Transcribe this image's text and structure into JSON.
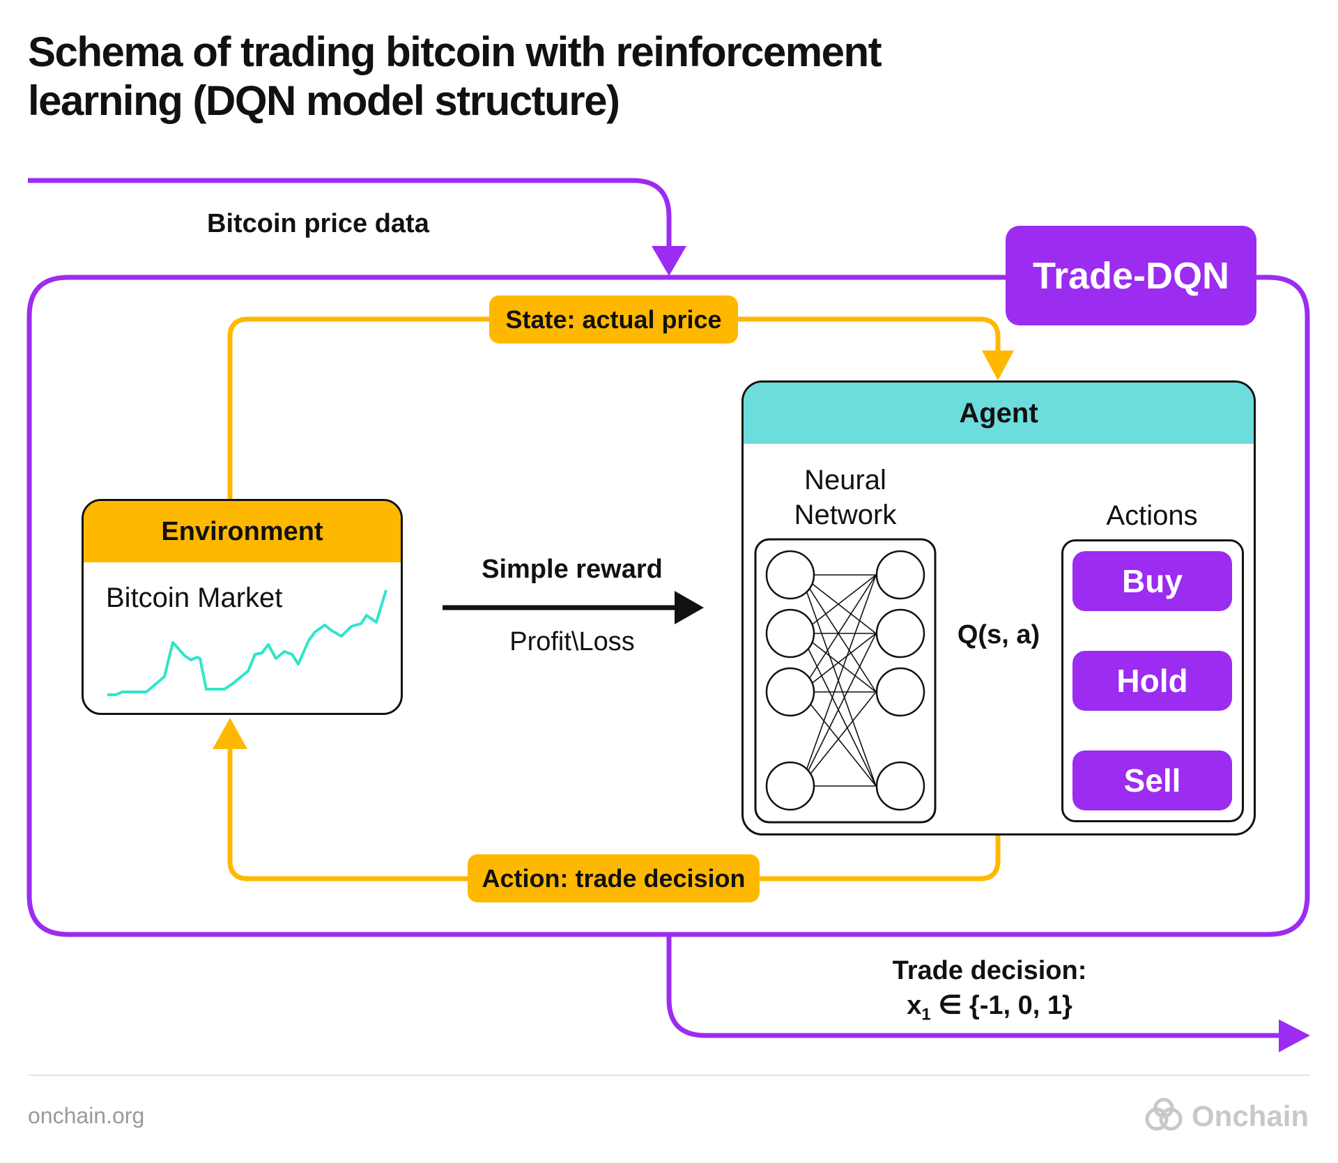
{
  "title": "Schema of trading bitcoin with reinforcement learning (DQN model structure)",
  "input_label": "Bitcoin price data",
  "system_label": "Trade-DQN",
  "state_label": "State: actual price",
  "action_label": "Action: trade decision",
  "environment": {
    "title": "Environment",
    "subtitle": "Bitcoin Market"
  },
  "reward": {
    "title": "Simple reward",
    "subtitle": "Profit\\Loss"
  },
  "agent": {
    "title": "Agent",
    "network_label_line1": "Neural",
    "network_label_line2": "Network",
    "q_label": "Q(s, a)",
    "actions_label": "Actions",
    "actions": [
      "Buy",
      "Hold",
      "Sell"
    ]
  },
  "output": {
    "line1": "Trade decision:",
    "line2_prefix": "x",
    "line2_sub": "1",
    "line2_suffix": " ∈ {-1, 0, 1}"
  },
  "footer": {
    "site": "onchain.org",
    "brand": "Onchain"
  },
  "colors": {
    "purple": "#9B2CF0",
    "amber": "#FFB800",
    "teal": "#6DDCDC",
    "sparkline": "#2EE6C9"
  }
}
